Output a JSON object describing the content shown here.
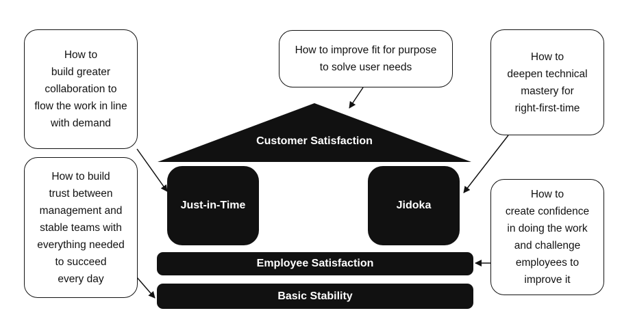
{
  "house": {
    "roof": "Customer Satisfaction",
    "pillar_left": "Just-in-Time",
    "pillar_right": "Jidoka",
    "floor_upper": "Employee Satisfaction",
    "floor_lower": "Basic Stability"
  },
  "questions": {
    "top": "How to improve fit for purpose\nto solve user needs",
    "left_upper": "How to\nbuild greater\ncollaboration to\nflow the work in line\nwith demand",
    "left_lower": "How to build\ntrust between\nmanagement and\nstable teams with\neverything needed\nto succeed\nevery day",
    "right_upper": "How to\ndeepen technical\nmastery for\nright-first-time",
    "right_lower": "How to\ncreate confidence\nin doing the work\nand challenge\nemployees to\nimprove it"
  }
}
